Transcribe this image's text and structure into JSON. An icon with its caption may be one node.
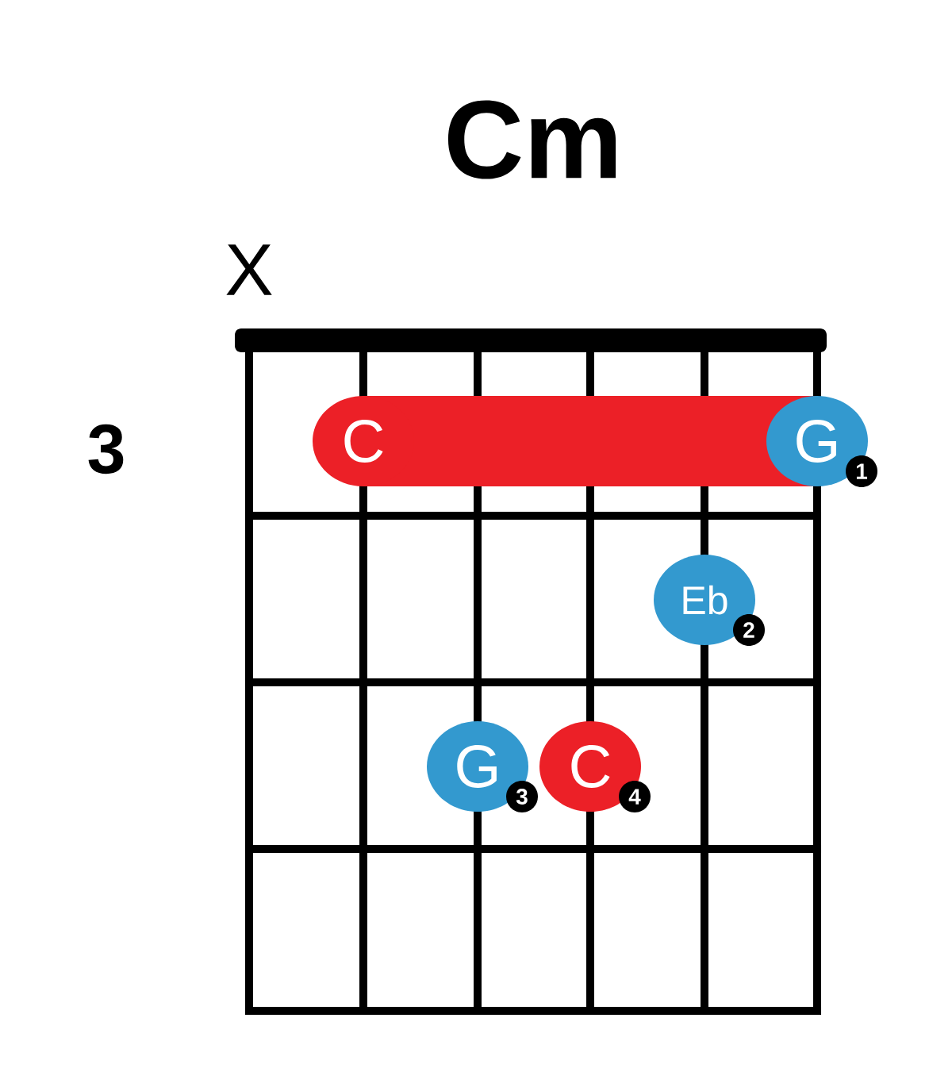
{
  "diagram": {
    "title": "Cm",
    "nodes": [
      {
        "text": [
          "C"
        ]
      },
      {
        "text": [],
        "shape": "bar"
      },
      {
        "text": [
          "G"
        ],
        "beside": [
          "1"
        ]
      },
      {
        "text": [
          "Eb"
        ],
        "beside": [
          "2"
        ]
      },
      {
        "text": [
          "G"
        ],
        "beside": [
          "3"
        ]
      },
      {
        "text": [
          "C"
        ],
        "beside": [
          "4"
        ]
      }
    ],
    "labels": [
      "X",
      "3"
    ]
  }
}
